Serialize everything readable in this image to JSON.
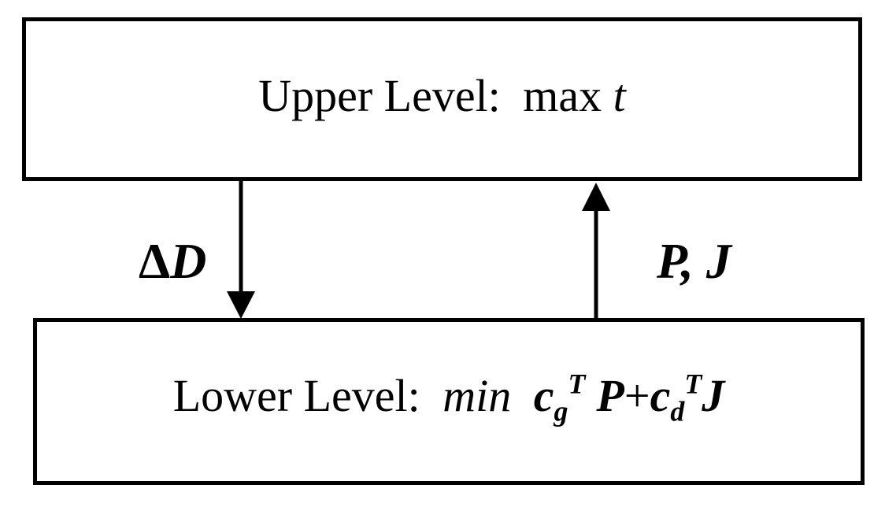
{
  "upper_level": {
    "label": "Upper Level:",
    "objective_op": "max",
    "objective_var": "t"
  },
  "lower_level": {
    "label": "Lower Level:",
    "objective_op": "min",
    "term1_var": "c",
    "term1_sub": "g",
    "term1_sup": "T",
    "term1_mult": "P",
    "plus": "+",
    "term2_var": "c",
    "term2_sub": "d",
    "term2_sup": "T",
    "term2_mult": "J"
  },
  "down_arrow": {
    "label_symbol": "Δ",
    "label_var": "D"
  },
  "up_arrow": {
    "label": "P, J"
  }
}
